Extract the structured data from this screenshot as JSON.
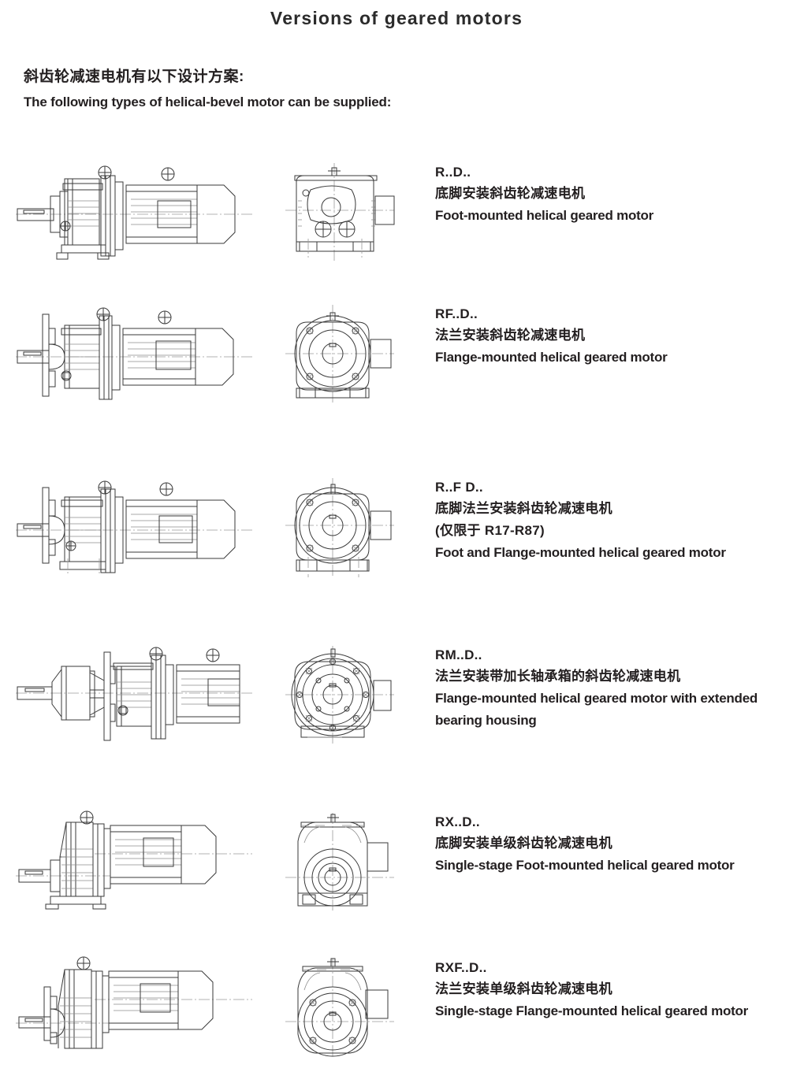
{
  "header": {
    "title": "Versions of geared motors",
    "intro_cn": "斜齿轮减速电机有以下设计方案:",
    "intro_en": "The following types of helical-bevel motor can be supplied:"
  },
  "rows": [
    {
      "code": "R..D..",
      "desc_cn": "底脚安装斜齿轮减速电机",
      "note_cn": "",
      "desc_en": "Foot-mounted helical geared motor",
      "side_view_name": "foot-mounted-helical-geared-motor-side-view",
      "end_view_name": "foot-mounted-helical-geared-motor-end-view"
    },
    {
      "code": "RF..D..",
      "desc_cn": "法兰安装斜齿轮减速电机",
      "note_cn": "",
      "desc_en": "Flange-mounted helical geared motor",
      "side_view_name": "flange-mounted-helical-geared-motor-side-view",
      "end_view_name": "flange-mounted-helical-geared-motor-end-view"
    },
    {
      "code": "R..F D..",
      "desc_cn": "底脚法兰安装斜齿轮减速电机",
      "note_cn": "(仅限于 R17-R87)",
      "desc_en": "Foot and Flange-mounted helical geared motor",
      "side_view_name": "foot-and-flange-mounted-helical-geared-motor-side-view",
      "end_view_name": "foot-and-flange-mounted-helical-geared-motor-end-view"
    },
    {
      "code": "RM..D..",
      "desc_cn": "法兰安装带加长轴承箱的斜齿轮减速电机",
      "note_cn": "",
      "desc_en": "Flange-mounted helical geared motor with extended bearing housing",
      "side_view_name": "extended-bearing-housing-geared-motor-side-view",
      "end_view_name": "extended-bearing-housing-geared-motor-end-view"
    },
    {
      "code": "RX..D..",
      "desc_cn": "底脚安装单级斜齿轮减速电机",
      "note_cn": "",
      "desc_en": "Single-stage Foot-mounted helical geared motor",
      "side_view_name": "single-stage-foot-mounted-geared-motor-side-view",
      "end_view_name": "single-stage-foot-mounted-geared-motor-end-view"
    },
    {
      "code": "RXF..D..",
      "desc_cn": "法兰安装单级斜齿轮减速电机",
      "note_cn": "",
      "desc_en": "Single-stage Flange-mounted helical geared motor",
      "side_view_name": "single-stage-flange-mounted-geared-motor-side-view",
      "end_view_name": "single-stage-flange-mounted-geared-motor-end-view"
    }
  ],
  "colors": {
    "text": "#231f20",
    "line": "#3a3a3a",
    "line_light": "#8d8d8d",
    "background": "#ffffff"
  }
}
